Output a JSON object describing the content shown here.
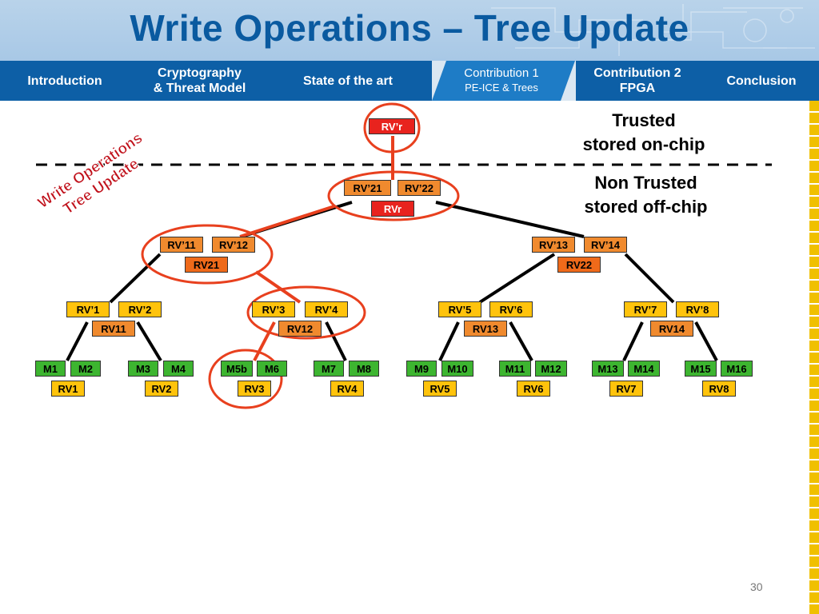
{
  "slide": {
    "title": "Write Operations – Tree Update",
    "page_number": "30"
  },
  "nav": {
    "items": [
      {
        "label": "Introduction"
      },
      {
        "label_line1": "Cryptography",
        "label_line2": "& Threat Model"
      },
      {
        "label": "State of the art"
      },
      {
        "label_line1": "Contribution 1",
        "label_line2": "PE-ICE & Trees",
        "active": true
      },
      {
        "label_line1": "Contribution 2",
        "label_line2": "FPGA"
      },
      {
        "label": "Conclusion"
      }
    ]
  },
  "labels": {
    "trusted_line1": "Trusted",
    "trusted_line2": "stored on-chip",
    "nontrusted_line1": "Non Trusted",
    "nontrusted_line2": "stored off-chip",
    "rotated_line1": "Write Operations",
    "rotated_line2": "Tree Update"
  },
  "tree": {
    "root": "RV’r",
    "level1": {
      "top": [
        "RV’21",
        "RV’22"
      ],
      "bottom": "RVr"
    },
    "level2": [
      {
        "top": [
          "RV’11",
          "RV’12"
        ],
        "bottom": "RV21"
      },
      {
        "top": [
          "RV’13",
          "RV’14"
        ],
        "bottom": "RV22"
      }
    ],
    "level3": [
      {
        "top": [
          "RV’1",
          "RV’2"
        ],
        "bottom": "RV11"
      },
      {
        "top": [
          "RV’3",
          "RV’4"
        ],
        "bottom": "RV12"
      },
      {
        "top": [
          "RV’5",
          "RV’6"
        ],
        "bottom": "RV13"
      },
      {
        "top": [
          "RV’7",
          "RV’8"
        ],
        "bottom": "RV14"
      }
    ],
    "leaves": [
      {
        "top": [
          "M1",
          "M2"
        ],
        "bottom": "RV1"
      },
      {
        "top": [
          "M3",
          "M4"
        ],
        "bottom": "RV2"
      },
      {
        "top": [
          "M5b",
          "M6"
        ],
        "bottom": "RV3"
      },
      {
        "top": [
          "M7",
          "M8"
        ],
        "bottom": "RV4"
      },
      {
        "top": [
          "M9",
          "M10"
        ],
        "bottom": "RV5"
      },
      {
        "top": [
          "M11",
          "M12"
        ],
        "bottom": "RV6"
      },
      {
        "top": [
          "M13",
          "M14"
        ],
        "bottom": "RV7"
      },
      {
        "top": [
          "M15",
          "M16"
        ],
        "bottom": "RV8"
      }
    ]
  },
  "colors": {
    "nav_bg": "#0d5fa6",
    "title": "#0a5aa0",
    "highlight": "#e8401e"
  }
}
